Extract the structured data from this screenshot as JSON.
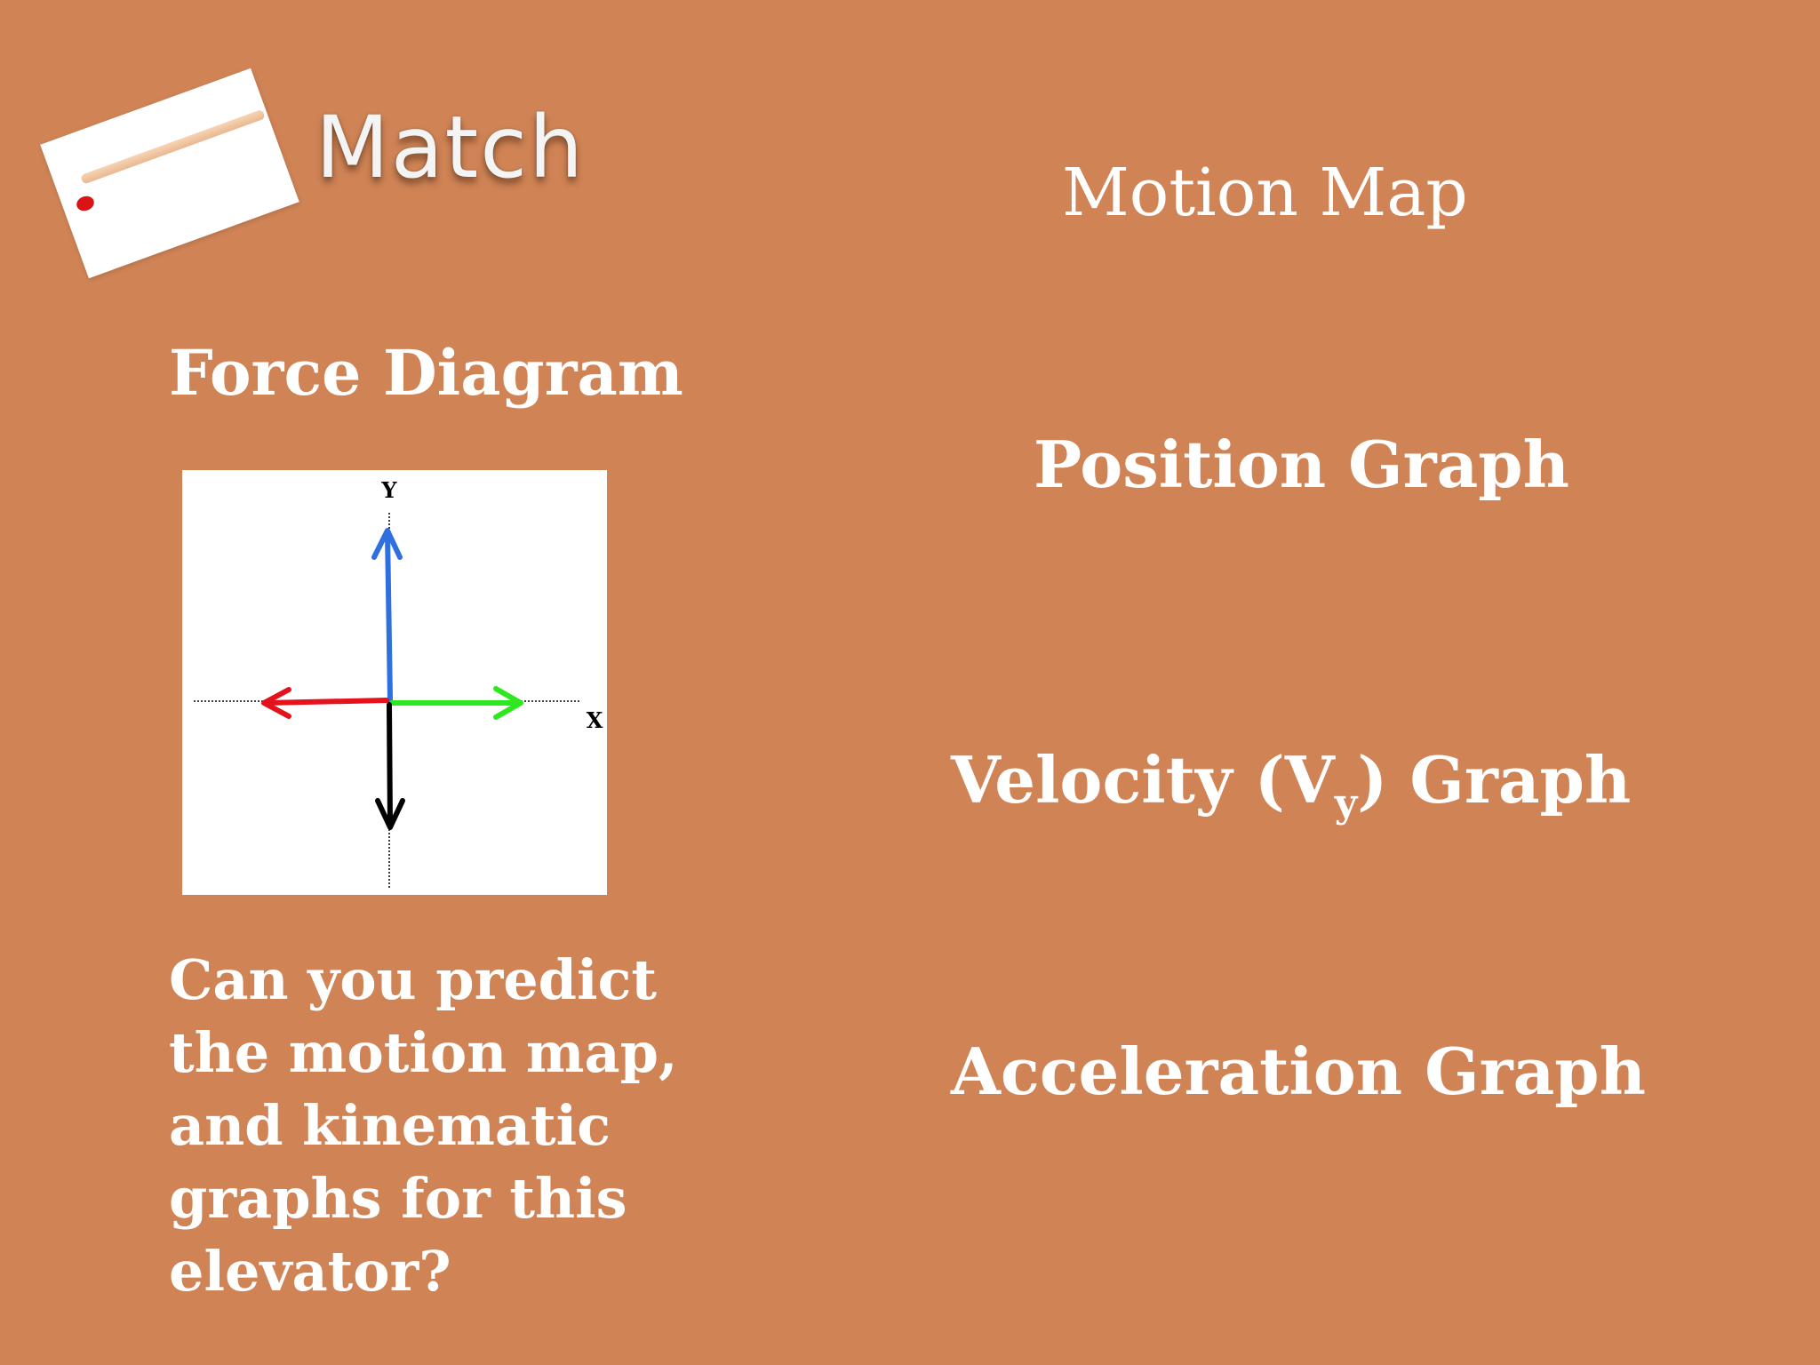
{
  "title": "Match",
  "labels": {
    "force_diagram": "Force  Diagram",
    "motion_map": "Motion Map",
    "position_graph": "Position Graph",
    "velocity_prefix": "Velocity (V",
    "velocity_sub": "y",
    "velocity_suffix": ") Graph",
    "acceleration_graph": "Acceleration Graph"
  },
  "question": "Can you predict the motion map, and kinematic graphs for this elevator?",
  "diagram": {
    "y_axis_label": "Y",
    "x_axis_label": "X",
    "icons": [
      "match-icon"
    ],
    "arrow_colors": {
      "up": "#2f6fe0",
      "left": "#e3121b",
      "right": "#2ee81f",
      "down": "#000000"
    }
  },
  "colors": {
    "background": "#d08456",
    "text": "#ffffff"
  }
}
